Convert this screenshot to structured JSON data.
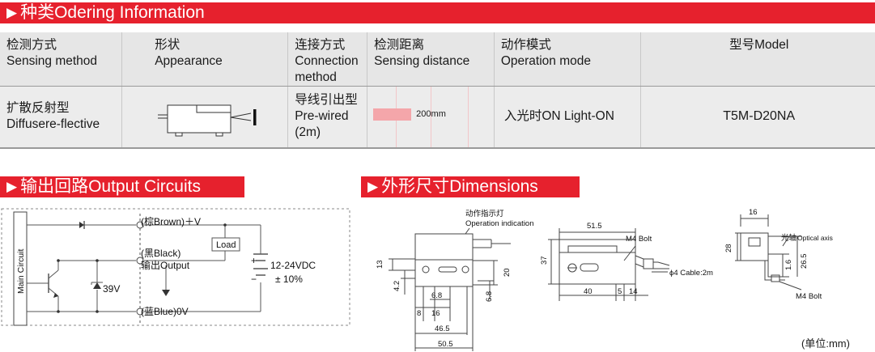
{
  "sections": {
    "ordering": {
      "arrow": "▶",
      "title": "种类Odering Information"
    },
    "output": {
      "arrow": "▶",
      "title": "输出回路Output Circuits"
    },
    "dimensions": {
      "arrow": "▶",
      "title": "外形尺寸Dimensions"
    }
  },
  "table": {
    "headers": [
      {
        "cn": "检测方式",
        "en": "Sensing method"
      },
      {
        "cn": "形状",
        "en": "Appearance"
      },
      {
        "cn": "连接方式",
        "en": "Connection method"
      },
      {
        "cn": "检测距离",
        "en": "Sensing distance"
      },
      {
        "cn": "动作模式",
        "en": "Operation mode"
      },
      {
        "cn": "型号Model",
        "en": ""
      }
    ],
    "row": {
      "method_cn": "扩散反射型",
      "method_en": "Diffusere-flective",
      "connection_cn": "导线引出型",
      "connection_en": "Pre-wired",
      "connection_len": "(2m)",
      "distance": "200mm",
      "distance_fraction": 0.3,
      "mode": "入光时ON  Light-ON",
      "model": "T5M-D20NA"
    }
  },
  "circuit": {
    "main_circuit": "Main Circuit",
    "brown": "(棕Brown)＋V",
    "black": "(黑Black)",
    "output": "输出Output",
    "blue": "(蓝Blue)0V",
    "load": "Load",
    "zener": "39V",
    "supply_v": "12-24VDC",
    "supply_tol": "± 10%",
    "plus": "+",
    "minus": "−"
  },
  "dimensions": {
    "indicator_cn": "动作指示灯",
    "indicator_en": "Operation indication",
    "d51_5": "51.5",
    "d37": "37",
    "m4_bolt": "M4 Bolt",
    "cable": "ϕ4 Cable:2m",
    "d40": "40",
    "d5": "5",
    "d14": "14",
    "d13": "13",
    "d4_2": "4.2",
    "d6_8": "6.8",
    "d20": "20",
    "d6_8b": "6.8",
    "d8": "8",
    "d16": "16",
    "d46_5": "46.5",
    "d50_5": "50.5",
    "b16": "16",
    "optical_cn": "光轴",
    "optical_en": "Optical axis",
    "b28": "28",
    "b1_6": "1.6",
    "b26_5": "26.5",
    "b_m4": "M4 Bolt",
    "unit": "(单位:mm)"
  }
}
